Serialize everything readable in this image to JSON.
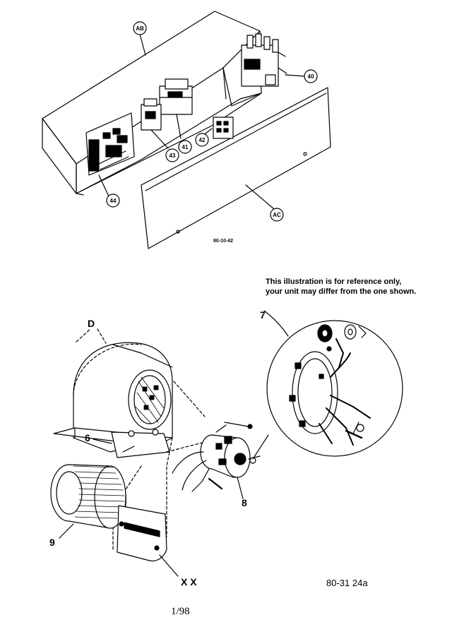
{
  "callouts_circled": [
    "AB",
    "40",
    "41",
    "42",
    "43",
    "44",
    "AC"
  ],
  "upper_code": "80-10-42",
  "note_line1": "This illustration is for reference only,",
  "note_line2": "your unit may differ from the one shown.",
  "callouts_lower": [
    "D",
    "6",
    "7",
    "8",
    "9",
    "X X"
  ],
  "lower_code": "80-31 24a",
  "page_number": "1/98"
}
